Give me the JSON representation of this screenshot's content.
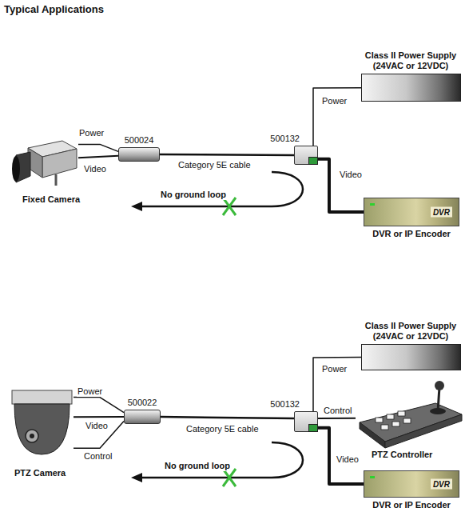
{
  "diagram": {
    "title": "Typical Applications",
    "nodes": [
      {
        "text": [
          "Fixed Camera"
        ]
      },
      {
        "text": [
          "500024"
        ]
      },
      {
        "text": [
          "500132"
        ]
      },
      {
        "text": [
          "Class II Power Supply (24VAC or 12VDC)"
        ]
      },
      {
        "text": [
          "DVR",
          "DVR or IP Encoder"
        ]
      },
      {
        "text": [
          "PTZ Camera"
        ]
      },
      {
        "text": [
          "500022"
        ]
      },
      {
        "text": [
          "500132"
        ]
      },
      {
        "text": [
          "Class II Power Supply (24VAC or 12VDC)"
        ]
      },
      {
        "text": [
          "PTZ Controller"
        ]
      },
      {
        "text": [
          "DVR",
          "DVR or IP Encoder"
        ]
      }
    ],
    "edges": [
      {
        "from": 0,
        "to": 1,
        "label": "Power",
        "arrow": "none"
      },
      {
        "from": 0,
        "to": 1,
        "label": "Video",
        "arrow": "none"
      },
      {
        "from": 1,
        "to": 2,
        "label": "Category 5E cable",
        "arrow": "none"
      },
      {
        "from": 2,
        "to": 3,
        "label": "Power",
        "arrow": "none"
      },
      {
        "from": 2,
        "to": 4,
        "label": "Video",
        "arrow": "none"
      },
      {
        "from": 5,
        "to": 6,
        "label": "Power",
        "arrow": "none"
      },
      {
        "from": 5,
        "to": 6,
        "label": "Video",
        "arrow": "none"
      },
      {
        "from": 5,
        "to": 6,
        "label": "Control",
        "arrow": "none"
      },
      {
        "from": 6,
        "to": 7,
        "label": "Category 5E cable",
        "arrow": "none"
      },
      {
        "from": 7,
        "to": 8,
        "label": "Power",
        "arrow": "none"
      },
      {
        "from": 7,
        "to": 9,
        "label": "Control",
        "arrow": "none"
      },
      {
        "from": 7,
        "to": 10,
        "label": "Video",
        "arrow": "none"
      }
    ],
    "labels": [
      "No ground loop",
      "No ground loop"
    ]
  }
}
